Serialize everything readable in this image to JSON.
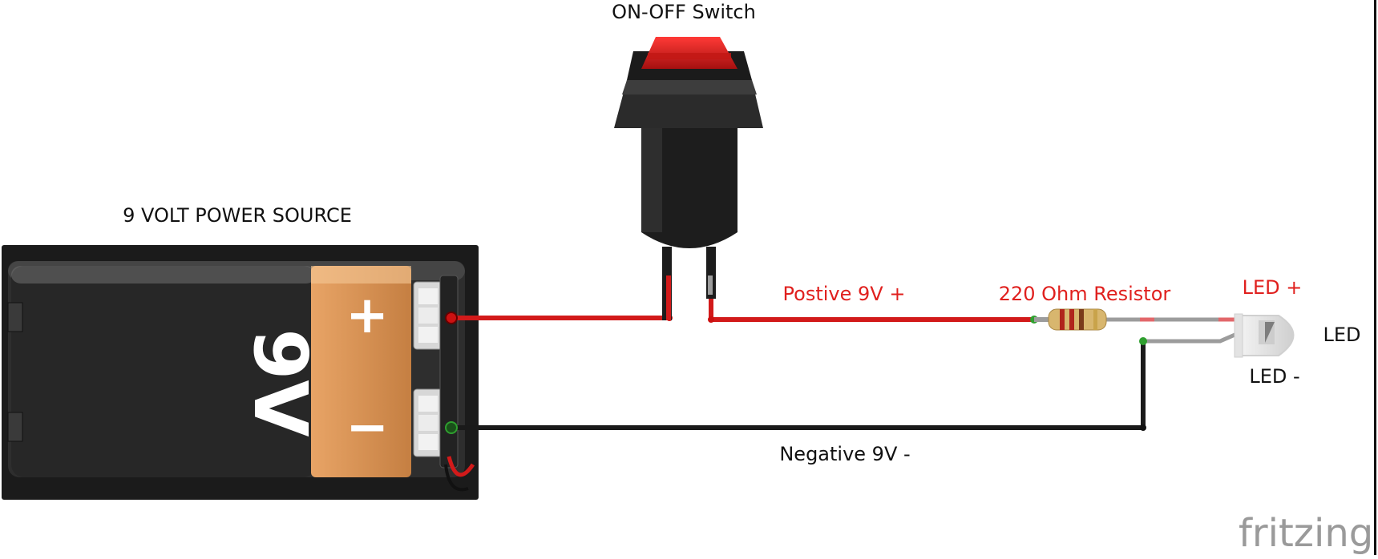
{
  "diagram": {
    "labels": {
      "switch": "ON-OFF Switch",
      "power_source": "9 VOLT POWER SOURCE",
      "positive_wire": "Postive 9V +",
      "resistor": "220 Ohm Resistor",
      "led_plus": "LED +",
      "led": "LED",
      "led_minus": "LED -",
      "negative_wire": "Negative 9V -"
    },
    "battery": {
      "marking": "9V",
      "plus_symbol": "+",
      "minus_symbol": "−"
    },
    "logo": "fritzing",
    "colors": {
      "wire_positive": "#d21a1a",
      "wire_negative": "#1a1a1a",
      "switch_cap": "#d8201f",
      "battery_copper": "#d48d4f",
      "battery_body": "#2a2a2a",
      "label_red": "#e0201e"
    }
  }
}
